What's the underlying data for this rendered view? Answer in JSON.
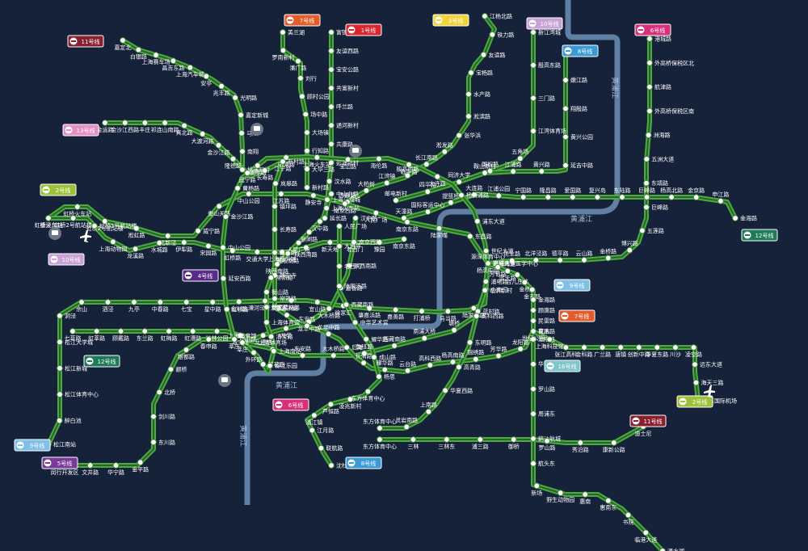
{
  "colors": {
    "background": "#16213a",
    "route": "#4caa3e",
    "route_core": "#27662a",
    "river": "#5f7fa3",
    "station_fill": "#ffffff",
    "station_stroke": "#3c8a35"
  },
  "river": {
    "name": "黄浦江"
  },
  "line_badges": [
    {
      "id": "l11a",
      "label": "11号线",
      "color": "#8a1f2e"
    },
    {
      "id": "l7a",
      "label": "7号线",
      "color": "#e35d2a"
    },
    {
      "id": "l1a",
      "label": "1号线",
      "color": "#d9252e"
    },
    {
      "id": "l3a",
      "label": "3号线",
      "color": "#f2d43a"
    },
    {
      "id": "l10a",
      "label": "10号线",
      "color": "#c9a2d6"
    },
    {
      "id": "l8a",
      "label": "8号线",
      "color": "#3a9ad6"
    },
    {
      "id": "l6a",
      "label": "6号线",
      "color": "#d9307a"
    },
    {
      "id": "l13a",
      "label": "13号线",
      "color": "#e58fc4"
    },
    {
      "id": "l2a",
      "label": "2号线",
      "color": "#9dc23a"
    },
    {
      "id": "l10b",
      "label": "10号线",
      "color": "#c9a2d6"
    },
    {
      "id": "l12a",
      "label": "12号线",
      "color": "#1f7a5a"
    },
    {
      "id": "l4a",
      "label": "4号线",
      "color": "#5a2a8a"
    },
    {
      "id": "l9a",
      "label": "9号线",
      "color": "#7ec0e6"
    },
    {
      "id": "l7b",
      "label": "7号线",
      "color": "#e35d2a"
    },
    {
      "id": "l12b",
      "label": "12号线",
      "color": "#1f7a5a"
    },
    {
      "id": "l16a",
      "label": "16号线",
      "color": "#7ec6c8"
    },
    {
      "id": "l2b",
      "label": "2号线",
      "color": "#9dc23a"
    },
    {
      "id": "l6b",
      "label": "6号线",
      "color": "#d9307a"
    },
    {
      "id": "l11b",
      "label": "11号线",
      "color": "#8a1f2e"
    },
    {
      "id": "l8b",
      "label": "8号线",
      "color": "#3a9ad6"
    },
    {
      "id": "l9b",
      "label": "9号线",
      "color": "#7ec0e6"
    },
    {
      "id": "l5a",
      "label": "5号线",
      "color": "#7a3a9a"
    }
  ],
  "stations": {
    "l11_nw": [
      "嘉定北",
      "白银路",
      "上海赛车场",
      "昌吉东路",
      "上海汽车城",
      "安亭",
      "兆丰路",
      "光明路",
      "嘉定新城",
      "马陆",
      "南翔",
      "桃浦新村"
    ],
    "l7_n": [
      "美兰湖",
      "罗南新村",
      "潘广路",
      "刘行",
      "顾村公园",
      "场中路",
      "大场镇",
      "行知路",
      "大华三路",
      "新村路"
    ],
    "l1_n": [
      "富锦路",
      "友谊西路",
      "宝安公路",
      "共富新村",
      "呼兰路",
      "通河新村",
      "共康路",
      "彭浦新村",
      "汶水路",
      "上海马戏城",
      "延长路"
    ],
    "l3_n": [
      "江杨北路",
      "铁力路",
      "友谊路",
      "宝杨路",
      "水产路",
      "淞滨路",
      "张华浜",
      "淞发路",
      "长江南路",
      "殷高西路",
      "江湾镇",
      "大柏树",
      "赤峰路"
    ],
    "l10_n": [
      "新江湾城",
      "殷高东路",
      "三门路",
      "江湾体育场",
      "五角场",
      "国权路",
      "同济大学",
      "四平路",
      "邮电新村"
    ],
    "l8_n": [
      "市光路",
      "嫩江路",
      "翔殷路",
      "黄兴公园",
      "延吉中路",
      "黄兴路",
      "江浦路",
      "鞍山新村"
    ],
    "l6_n": [
      "港城路",
      "外高桥保税区北",
      "航津路",
      "外高桥保税区南",
      "洲海路",
      "五洲大道",
      "东靖路",
      "巨峰路",
      "五莲路",
      "博兴路",
      "金桥路",
      "云山路",
      "德平路",
      "北洋泾路",
      "民生路",
      "源深体育中心"
    ],
    "l13_w": [
      "金运路",
      "金沙江西路",
      "丰庄",
      "祁连山南路",
      "真北路",
      "大渡河路",
      "金沙江路",
      "隆德路",
      "武宁路",
      "长寿路",
      "江宁路"
    ],
    "l12_e": [
      "金海路",
      "申江路",
      "金京路",
      "杨高北路",
      "巨峰路",
      "东陆路",
      "复兴岛",
      "爱国路",
      "隆昌路",
      "宁国路",
      "江浦公园",
      "大连路",
      "提篮桥",
      "国际客运中心",
      "天潼路"
    ],
    "l2_w": [
      "徐泾东",
      "虹桥火车站",
      "虹桥2号航站楼",
      "淞虹路",
      "北新泾",
      "威宁路",
      "娄山关路",
      "中山公园",
      "江苏路",
      "静安寺",
      "南京西路",
      "人民广场",
      "南京东路",
      "陆家嘴",
      "东昌路",
      "世纪大道"
    ],
    "l10_w": [
      "虹桥火车站",
      "虹桥2号航站楼",
      "虹桥1号航站楼",
      "上海动物园",
      "龙溪路",
      "水城路",
      "伊犁路",
      "宋园路",
      "虹桥路",
      "交通大学",
      "上海图书馆",
      "陕西南路",
      "新天地",
      "老西门",
      "豫园",
      "南京东路"
    ],
    "l9_w": [
      "松江南站",
      "醉白池",
      "松江体育中心",
      "松江新城",
      "松江大学城",
      "洞泾",
      "佘山",
      "泗泾",
      "九亭",
      "中春路",
      "七宝",
      "星中路",
      "合川路",
      "漕河泾开发区",
      "桂林路",
      "宜山路",
      "徐家汇",
      "肇嘉浜路",
      "嘉善路",
      "打浦桥",
      "马当路",
      "陆家浜路",
      "小南门",
      "商城路"
    ],
    "l12_w": [
      "七莘路",
      "虹莘路",
      "顾戴路",
      "东兰路",
      "虹梅路",
      "虹漕路",
      "桂林公园",
      "漕宝路",
      "龙漕路",
      "龙华",
      "龙华中路",
      "大木桥路",
      "嘉善路",
      "陕西南路",
      "南京西路",
      "汉中路"
    ],
    "l4_ring": [
      "宜山路",
      "虹桥路",
      "延安西路",
      "中山公园",
      "金沙江路",
      "曹杨路",
      "镇坪路",
      "中潭路",
      "上海火车站",
      "宝山路",
      "海伦路",
      "临平路",
      "大连路",
      "杨树浦路",
      "浦东大道",
      "世纪大道",
      "浦电路",
      "蓝村路",
      "塘桥",
      "南浦大桥",
      "西藏南路",
      "鲁班路",
      "大木桥路",
      "东安路",
      "上海体育场",
      "上海体育馆"
    ],
    "l7_s": [
      "花木路",
      "龙阳路",
      "芳华路",
      "锦绣路",
      "杨高南路",
      "高科西路",
      "云台路",
      "耀华路",
      "长清路",
      "后滩",
      "龙华中路",
      "东安路",
      "肇嘉浜路",
      "常熟路",
      "静安寺",
      "昌平路",
      "长寿路",
      "镇坪路",
      "岚皋路",
      "新村路"
    ],
    "l16": [
      "龙阳路",
      "华夏中路",
      "罗山路",
      "周浦东",
      "鹤沙航城",
      "航头东",
      "新场",
      "野生动物园",
      "惠南",
      "惠南东",
      "书院",
      "临港大道",
      "滴水湖"
    ],
    "l2_e": [
      "世纪公园",
      "上海科技馆",
      "张江高科",
      "金科路",
      "广兰路",
      "唐镇",
      "创新中路",
      "华夏东路",
      "川沙",
      "凌空路",
      "远东大道",
      "海天三路",
      "浦东国际机场"
    ],
    "l6_s": [
      "上海儿童医学中心",
      "临沂新村",
      "高科西路",
      "东明路",
      "高青路",
      "华夏西路",
      "上南路",
      "灵岩南路",
      "东方体育中心"
    ],
    "l11_s": [
      "东方体育中心",
      "三林",
      "三林东",
      "浦三路",
      "御桥",
      "罗山路",
      "秀沿路",
      "康新公路",
      "迪士尼"
    ],
    "l8_s": [
      "沈杜公路",
      "联航路",
      "江月路",
      "浦江镇",
      "芦恒路",
      "凌兆新村",
      "东方体育中心",
      "杨思",
      "成山路",
      "耀华路",
      "中华艺术宫",
      "西藏南路",
      "陆家浜路",
      "老西门",
      "大世界",
      "人民广场"
    ],
    "l5": [
      "闵行开发区",
      "文井路",
      "华宁路",
      "金平路",
      "东川路",
      "剑川路",
      "北桥",
      "颛桥",
      "银都路",
      "春申路",
      "莘庄"
    ],
    "l9_e": [
      "杨高中路",
      "芳甸路",
      "蓝天路",
      "台儿庄路",
      "金桥",
      "金吉路",
      "金海路",
      "顾唐路",
      "民雷路",
      "曹路"
    ],
    "l1_s": [
      "莘庄",
      "外环路",
      "莲花路",
      "锦江乐园",
      "上海南站",
      "漕宝路",
      "上海体育馆",
      "徐家汇",
      "衡山路",
      "常熟路",
      "陕西南路",
      "黄陂南路",
      "人民广场",
      "新闸路",
      "汉中路",
      "上海火车站",
      "中山北路"
    ]
  },
  "district_labels": [
    "上海站"
  ]
}
